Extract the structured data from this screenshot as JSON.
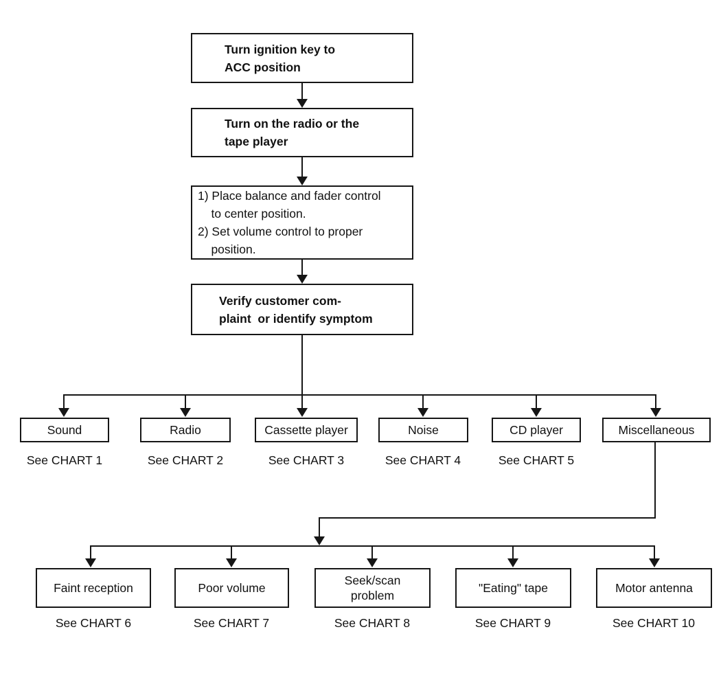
{
  "steps": {
    "step1": "Turn ignition key to\nACC position",
    "step2": "Turn on the radio or the\ntape player",
    "step3": "1) Place balance and fader control\n    to center position.\n2) Set volume control to proper\n    position.",
    "step4": "Verify customer com-\nplaint  or identify symptom"
  },
  "level1": [
    {
      "label": "Sound",
      "chart": "See CHART 1"
    },
    {
      "label": "Radio",
      "chart": "See CHART 2"
    },
    {
      "label": "Cassette player",
      "chart": "See CHART 3"
    },
    {
      "label": "Noise",
      "chart": "See CHART 4"
    },
    {
      "label": "CD player",
      "chart": "See CHART 5"
    },
    {
      "label": "Miscellaneous"
    }
  ],
  "level2": [
    {
      "label": "Faint reception",
      "chart": "See CHART 6"
    },
    {
      "label": "Poor volume",
      "chart": "See CHART 7"
    },
    {
      "label": "Seek/scan\nproblem",
      "chart": "See CHART 8"
    },
    {
      "label": "\"Eating\" tape",
      "chart": "See CHART 9"
    },
    {
      "label": "Motor antenna",
      "chart": "See CHART 10"
    }
  ],
  "colors": {
    "line": "#161616",
    "text": "#111111",
    "background": "#ffffff"
  }
}
